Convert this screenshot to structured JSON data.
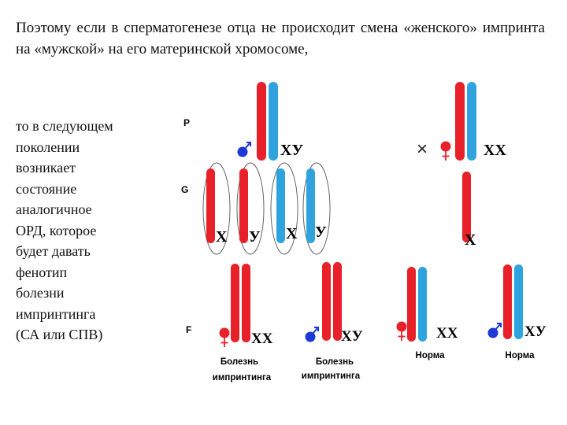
{
  "top_paragraph": "Поэтому если в сперматогенезе отца не происходит смена «женского» импринта на «мужской» на его материнской хромосоме,",
  "side_paragraph_lines": [
    "то в следующем",
    "поколении",
    "возникает",
    "состояние",
    "аналогичное",
    "ОРД, которое",
    "будет давать",
    "фенотип",
    "болезни",
    "импринтинга",
    "(СА или СПВ)"
  ],
  "row_labels": {
    "parents": "P",
    "gametes": "G",
    "offspring": "F"
  },
  "cross_symbol": "×",
  "parents": {
    "father": {
      "genotype": "ХУ",
      "sex_symbol": "male"
    },
    "mother": {
      "genotype": "ХХ",
      "sex_symbol": "female"
    }
  },
  "gametes": [
    "Х",
    "У",
    "Х",
    "У",
    "Х"
  ],
  "offspring": [
    {
      "genotype": "ХХ",
      "sex_symbol": "female",
      "caption_line1": "Болезнь",
      "caption_line2": "импринтинга"
    },
    {
      "genotype": "ХУ",
      "sex_symbol": "male",
      "caption_line1": "Болезнь",
      "caption_line2": "импринтинга"
    },
    {
      "genotype": "ХХ",
      "sex_symbol": "female",
      "caption_line1": "Норма",
      "caption_line2": ""
    },
    {
      "genotype": "ХУ",
      "sex_symbol": "male",
      "caption_line1": "Норма",
      "caption_line2": ""
    }
  ],
  "colors": {
    "red_chromosome": "#e8202a",
    "blue_chromosome": "#2fa3dd",
    "male_symbol": "#1d38d6",
    "female_symbol": "#e8202a"
  }
}
